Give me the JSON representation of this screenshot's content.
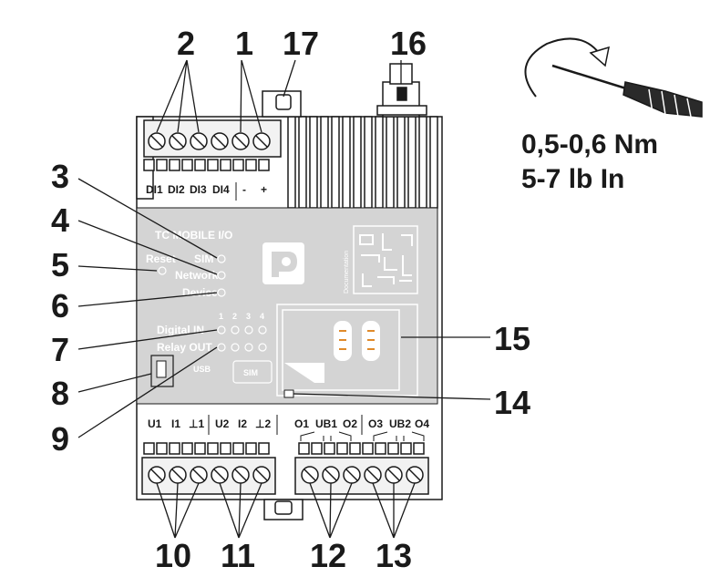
{
  "torque": {
    "line1": "0,5-0,6 Nm",
    "line2": "5-7 lb In"
  },
  "device": {
    "name": "TC MOBILE I/O",
    "top_labels": [
      "DI1",
      "DI2",
      "DI3",
      "DI4",
      "-",
      "+"
    ],
    "bottom_labels": [
      "U1",
      "I1",
      "⊥1",
      "U2",
      "I2",
      "⊥2",
      "O1",
      "UB1",
      "O2",
      "O3",
      "UB2",
      "O4"
    ],
    "led_labels": {
      "reset": "Reset",
      "sim": "SIM",
      "network": "Network",
      "device": "Device",
      "digital_in": "Digital IN",
      "relay_out": "Relay OUT"
    },
    "channel_numbers": [
      "1",
      "2",
      "3",
      "4"
    ],
    "usb": "USB",
    "sim_slot": "SIM",
    "documentation": "Documentation"
  },
  "callouts": [
    "1",
    "2",
    "3",
    "4",
    "5",
    "6",
    "7",
    "8",
    "9",
    "10",
    "11",
    "12",
    "13",
    "14",
    "15",
    "16",
    "17"
  ],
  "colors": {
    "panel": "#d4d4d4",
    "body": "#e8e8e8",
    "ink": "#1a1a1a",
    "accent_led": "#e08a2a"
  }
}
